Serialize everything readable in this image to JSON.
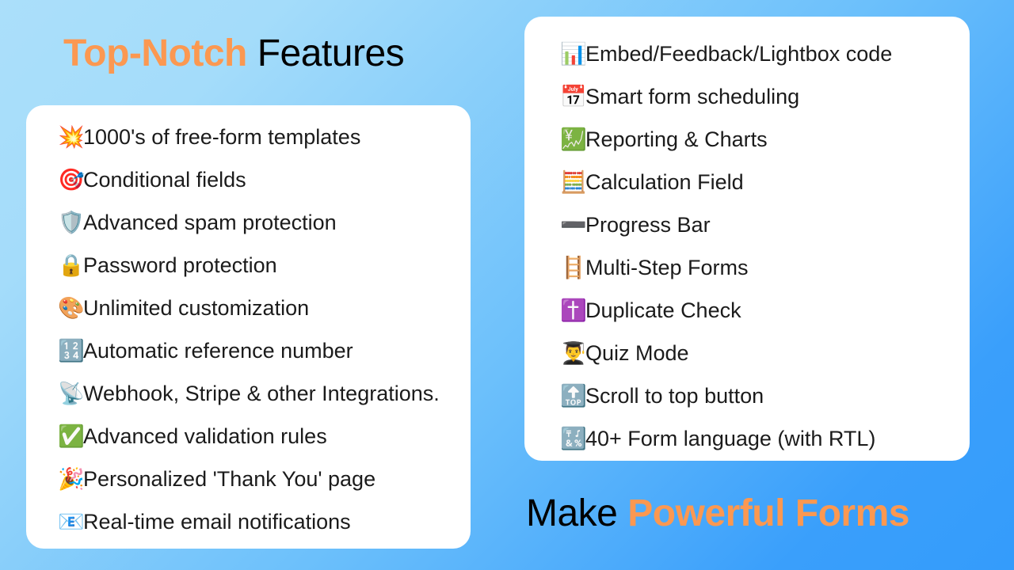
{
  "headings": {
    "top": {
      "accent": "Top-Notch",
      "plain": " Features"
    },
    "bottom": {
      "plain": "Make ",
      "accent": "Powerful Forms"
    }
  },
  "colors": {
    "accent_orange": "#fb9851",
    "background_light": "#abdffa",
    "background_deep": "#349cfb",
    "card": "#ffffff",
    "text": "#1b1b1b"
  },
  "left_card": {
    "items": [
      {
        "emoji": "💥",
        "icon_name": "collision-icon",
        "label": "1000's of free-form templates"
      },
      {
        "emoji": "🎯",
        "icon_name": "direct-hit-icon",
        "label": "Conditional fields"
      },
      {
        "emoji": "🛡️",
        "icon_name": "shield-icon",
        "label": "Advanced spam protection"
      },
      {
        "emoji": "🔒",
        "icon_name": "lock-icon",
        "label": "Password protection"
      },
      {
        "emoji": "🎨",
        "icon_name": "palette-icon",
        "label": "Unlimited customization"
      },
      {
        "emoji": "🔢",
        "icon_name": "input-numbers-icon",
        "label": "Automatic reference number"
      },
      {
        "emoji": "📡",
        "icon_name": "satellite-antenna-icon",
        "label": "Webhook, Stripe & other Integrations."
      },
      {
        "emoji": "✅",
        "icon_name": "check-mark-icon",
        "label": "Advanced validation rules"
      },
      {
        "emoji": "🎉",
        "icon_name": "party-popper-icon",
        "label": "Personalized 'Thank You' page"
      },
      {
        "emoji": "📧",
        "icon_name": "email-icon",
        "label": "Real-time email notifications"
      }
    ]
  },
  "right_card": {
    "items": [
      {
        "emoji": "📊",
        "icon_name": "bar-chart-icon",
        "label": "Embed/Feedback/Lightbox code"
      },
      {
        "emoji": "📅",
        "icon_name": "calendar-icon",
        "label": "Smart form scheduling"
      },
      {
        "emoji": "💹",
        "icon_name": "chart-increasing-yen-icon",
        "label": "Reporting & Charts"
      },
      {
        "emoji": "🧮",
        "icon_name": "abacus-icon",
        "label": "Calculation Field"
      },
      {
        "emoji": "➖",
        "icon_name": "minus-icon",
        "label": "Progress Bar"
      },
      {
        "emoji": "🪜",
        "icon_name": "ladder-icon",
        "label": "Multi-Step Forms"
      },
      {
        "emoji": "✝️",
        "icon_name": "latin-cross-icon",
        "label": "Duplicate Check"
      },
      {
        "emoji": "👨‍🎓",
        "icon_name": "student-icon",
        "label": "Quiz Mode"
      },
      {
        "emoji": "🔝",
        "icon_name": "top-arrow-icon",
        "label": "Scroll to top button"
      },
      {
        "emoji": "🔣",
        "icon_name": "input-symbols-icon",
        "label": "40+ Form language (with RTL)"
      }
    ]
  }
}
